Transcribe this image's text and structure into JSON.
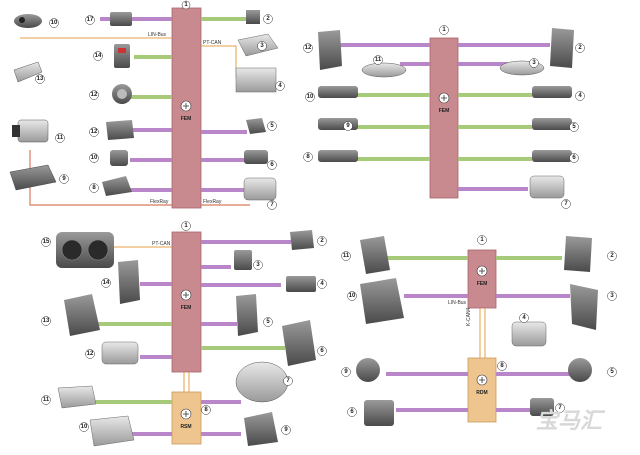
{
  "colors": {
    "fem": "#c98a8f",
    "fem_border": "#a86468",
    "rdm": "#eec58f",
    "purple": "#b987c9",
    "green": "#a7c97a",
    "orange_bus": "#e5a04a",
    "red_bus": "#d87a5a",
    "device": "#6f6f6f"
  },
  "quadrants": {
    "top_left": {
      "module_label": "FEM",
      "bus_labels": [
        "LIN-Bus",
        "PT-CAN",
        "FlexRay",
        "FlexRay"
      ],
      "left_numbers": [
        "10",
        "13",
        "11",
        "9",
        "17",
        "14",
        "12",
        "12",
        "10",
        "8"
      ],
      "right_numbers": [
        "1",
        "2",
        "3",
        "4",
        "5",
        "6",
        "7"
      ]
    },
    "top_right": {
      "module_label": "FEM",
      "left_numbers": [
        "12",
        "11",
        "10",
        "9",
        "8"
      ],
      "right_numbers": [
        "1",
        "2",
        "3",
        "4",
        "5",
        "6",
        "7"
      ]
    },
    "bottom_left": {
      "module_label": "FEM",
      "module2_label": "RSM",
      "bus_labels": [
        "PT-CAN"
      ],
      "left_numbers": [
        "15",
        "14",
        "13",
        "12",
        "11",
        "10"
      ],
      "right_numbers": [
        "1",
        "2",
        "3",
        "4",
        "5",
        "6",
        "7",
        "8",
        "9"
      ]
    },
    "bottom_right": {
      "module_label": "FEM",
      "module2_label": "RDM",
      "bus_labels": [
        "LIN-Bus",
        "K-CAN4"
      ],
      "left_numbers": [
        "11",
        "10",
        "9",
        "6"
      ],
      "right_numbers": [
        "1",
        "2",
        "3",
        "4",
        "5",
        "7",
        "8"
      ]
    }
  },
  "watermark": "宝马汇"
}
